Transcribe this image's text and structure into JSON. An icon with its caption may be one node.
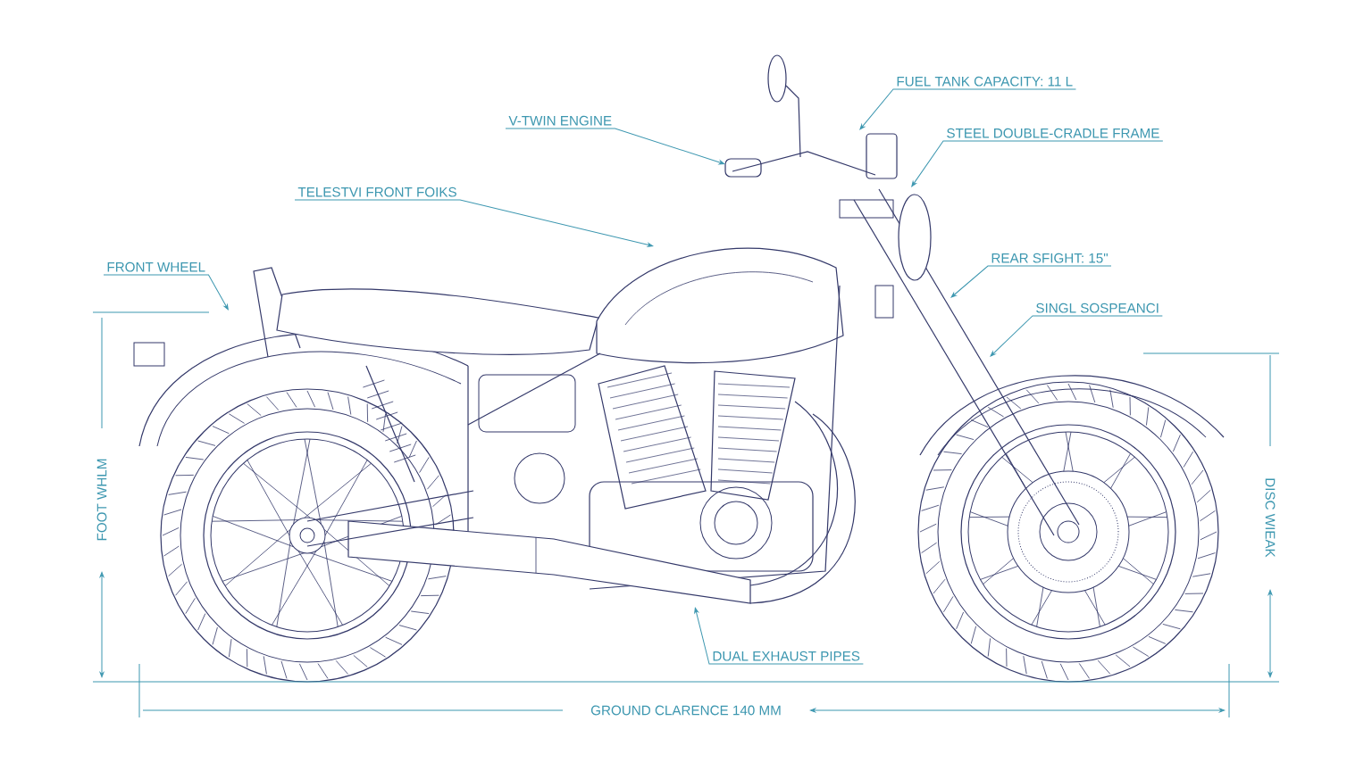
{
  "diagram": {
    "nodes": [
      {
        "text": [
          "V-TWIN ENGINE"
        ]
      },
      {
        "text": [
          "TELESTVI FRONT FOIKS"
        ]
      },
      {
        "text": [
          "FRONT WHEEL"
        ]
      },
      {
        "text": [
          "FUEL TANK CAPACITY: 11 L"
        ]
      },
      {
        "text": [
          "STEEL DOUBLE-CRADLE FRAME"
        ]
      },
      {
        "text": [
          "REAR SFIGHT: 15\""
        ]
      },
      {
        "text": [
          "SINGL SOSPEANCI"
        ]
      },
      {
        "text": [
          "DUAL EXHAUST PIPES"
        ]
      }
    ],
    "edges": [
      {
        "from": 0,
        "to": null,
        "arrow": "to"
      },
      {
        "from": 1,
        "to": null,
        "arrow": "to"
      },
      {
        "from": 2,
        "to": null,
        "arrow": "to"
      },
      {
        "from": 3,
        "to": null,
        "arrow": "to"
      },
      {
        "from": 4,
        "to": null,
        "arrow": "to"
      },
      {
        "from": 5,
        "to": null,
        "arrow": "to"
      },
      {
        "from": 6,
        "to": null,
        "arrow": "to"
      },
      {
        "from": 7,
        "to": null,
        "arrow": "to"
      }
    ],
    "labels": [
      "FOOT WHLM",
      "DISC WIEAK",
      "GROUND CLARENCE 140 MM"
    ]
  }
}
